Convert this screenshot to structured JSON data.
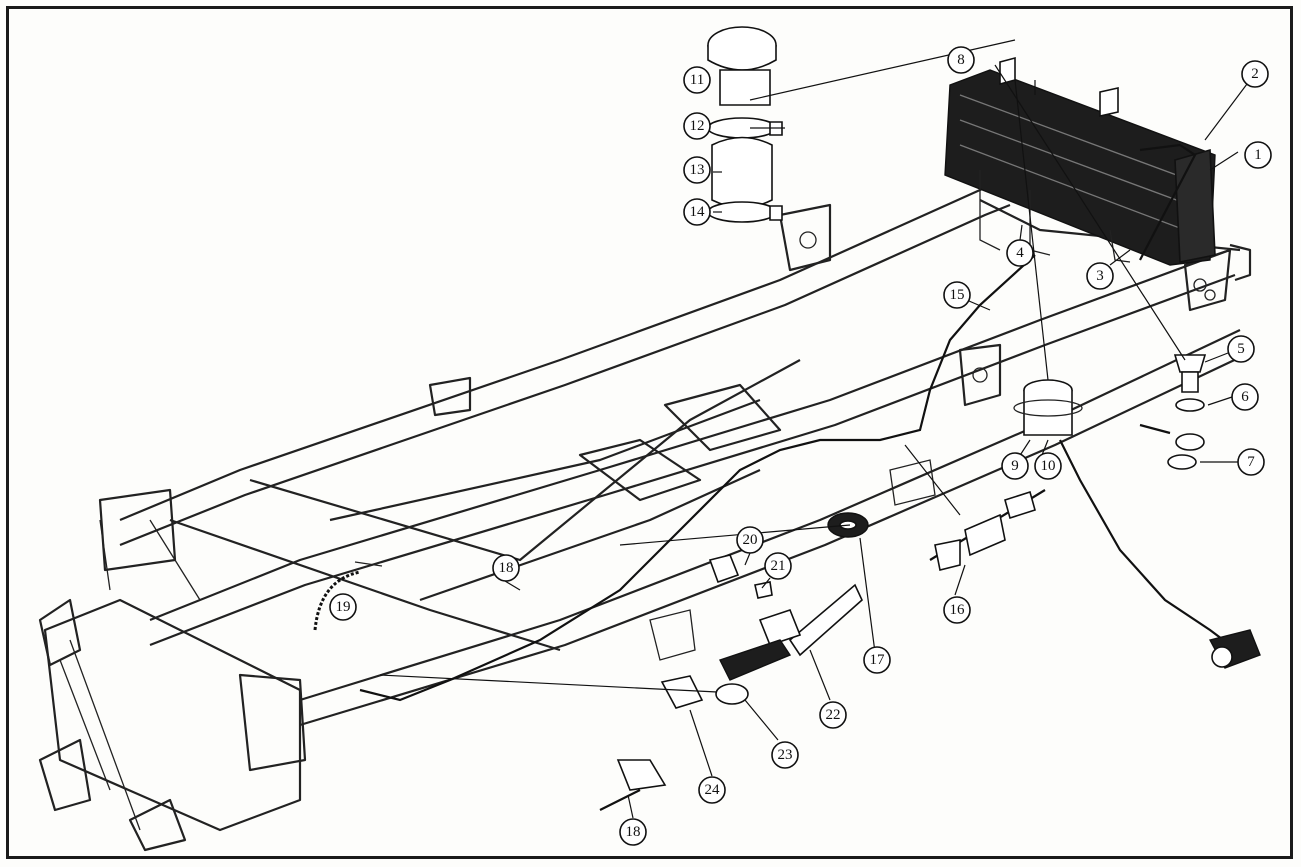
{
  "diagram": {
    "callouts": [
      {
        "id": "c1",
        "label": "1"
      },
      {
        "id": "c2",
        "label": "2"
      },
      {
        "id": "c3",
        "label": "3"
      },
      {
        "id": "c4",
        "label": "4"
      },
      {
        "id": "c5",
        "label": "5"
      },
      {
        "id": "c6",
        "label": "6"
      },
      {
        "id": "c7",
        "label": "7"
      },
      {
        "id": "c8",
        "label": "8"
      },
      {
        "id": "c9",
        "label": "9"
      },
      {
        "id": "c10",
        "label": "10"
      },
      {
        "id": "c11",
        "label": "11"
      },
      {
        "id": "c12",
        "label": "12"
      },
      {
        "id": "c13",
        "label": "13"
      },
      {
        "id": "c14",
        "label": "14"
      },
      {
        "id": "c15",
        "label": "15"
      },
      {
        "id": "c16",
        "label": "16"
      },
      {
        "id": "c17",
        "label": "17"
      },
      {
        "id": "c18a",
        "label": "18"
      },
      {
        "id": "c18b",
        "label": "18"
      },
      {
        "id": "c19",
        "label": "19"
      },
      {
        "id": "c20",
        "label": "20"
      },
      {
        "id": "c21",
        "label": "21"
      },
      {
        "id": "c22",
        "label": "22"
      },
      {
        "id": "c23",
        "label": "23"
      },
      {
        "id": "c24",
        "label": "24"
      }
    ],
    "colors": {
      "ink": "#111111",
      "paper": "#fdfdfb",
      "tank": "#1d1d1d"
    }
  }
}
